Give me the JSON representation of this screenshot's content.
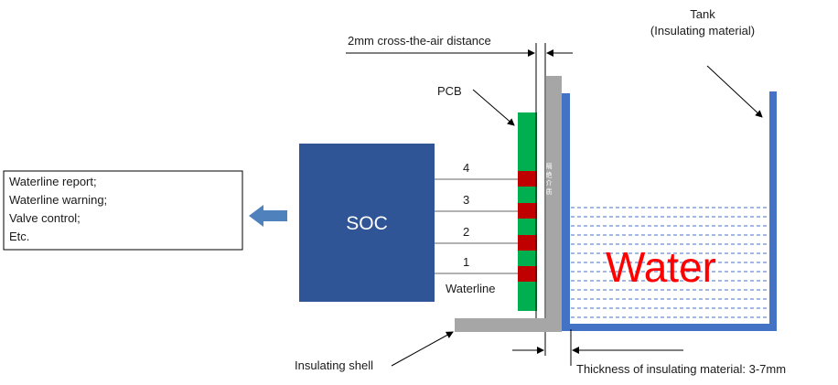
{
  "output_box": {
    "lines": [
      "Waterline report;",
      "Waterline warning;",
      "Valve control;",
      "Etc."
    ]
  },
  "soc": {
    "label": "SOC"
  },
  "pcb": {
    "label": "PCB",
    "lines": [
      "4",
      "3",
      "2",
      "1"
    ],
    "waterline_label": "Waterline"
  },
  "insulation": {
    "vertical_text": "隔 绝 介 质",
    "shell_label": "Insulating shell",
    "thickness_label": "Thickness of insulating material: 3-7mm"
  },
  "cross_air": {
    "label": "2mm  cross-the-air distance"
  },
  "tank": {
    "title": "Tank",
    "subtitle": "(Insulating material)"
  },
  "water": {
    "label": "Water"
  },
  "colors": {
    "soc": "#2f5597",
    "pcb_green": "#00b050",
    "pcb_red": "#c00000",
    "tank_blue": "#4472c4",
    "insulation_gray": "#a6a6a6",
    "arrow_blue": "#4f81bd",
    "water_text": "#ff0000"
  }
}
